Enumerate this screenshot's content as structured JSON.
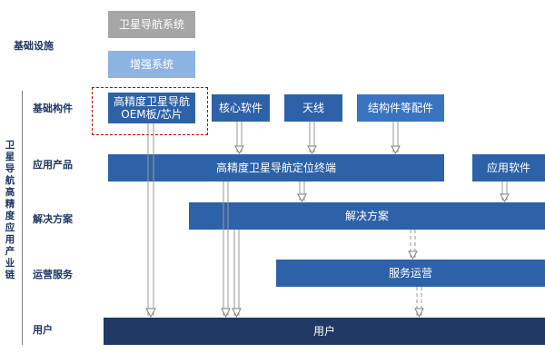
{
  "categories": {
    "infrastructure": "基础设施",
    "components": "基础构件",
    "products": "应用产品",
    "solutions": "解决方案",
    "operations": "运营服务",
    "users": "用户"
  },
  "side_title": "卫星导航高精度应用产业链",
  "boxes": {
    "satellite_nav_system": "卫星导航系统",
    "augmentation_system": "增强系统",
    "oem_board": "高精度卫星导航OEM板/芯片",
    "core_software": "核心软件",
    "antenna": "天线",
    "structural_parts": "结构件等配件",
    "positioning_terminal": "高精度卫星导航定位终端",
    "application_software": "应用软件",
    "solutions": "解决方案",
    "service_operations": "服务运营",
    "users": "用户"
  },
  "colors": {
    "category_text": "#1f3864",
    "gray_box": "#a6a6a6",
    "light_box": "#8eb4e3",
    "blue_box": "#2e62a8",
    "dark_box": "#1f3864",
    "highlight_dash": "#c00000"
  }
}
